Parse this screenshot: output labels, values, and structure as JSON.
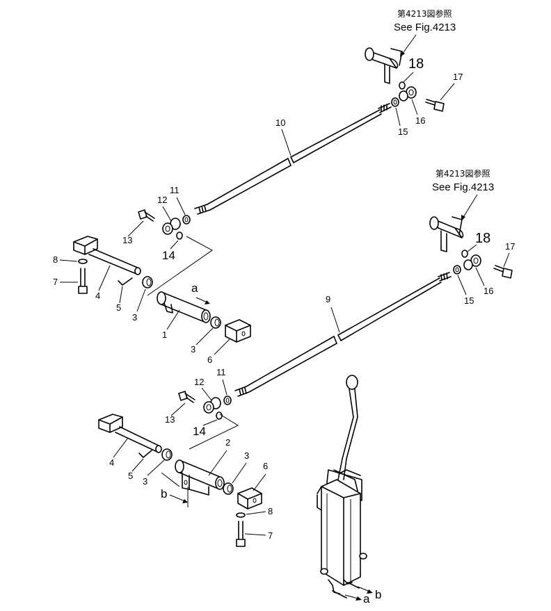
{
  "references": [
    {
      "jp": "第4213図参照",
      "en": "See Fig.4213"
    },
    {
      "jp": "第4213図参照",
      "en": "See Fig.4213"
    }
  ],
  "callouts": {
    "c1": "1",
    "c2": "2",
    "c3a": "3",
    "c3b": "3",
    "c3c": "3",
    "c3d": "3",
    "c4a": "4",
    "c4b": "4",
    "c5a": "5",
    "c5b": "5",
    "c6a": "6",
    "c6b": "6",
    "c7a": "7",
    "c7b": "7",
    "c8a": "8",
    "c8b": "8",
    "c9": "9",
    "c10": "10",
    "c11a": "11",
    "c11b": "11",
    "c12a": "12",
    "c12b": "12",
    "c13a": "13",
    "c13b": "13",
    "c14a": "14",
    "c14b": "14",
    "c15a": "15",
    "c15b": "15",
    "c16a": "16",
    "c16b": "16",
    "c17a": "17",
    "c17b": "17",
    "c18a": "18",
    "c18b": "18"
  },
  "connectors": {
    "a_top": "a",
    "b_left": "b",
    "a_bottom": "a",
    "b_bottom": "b"
  }
}
